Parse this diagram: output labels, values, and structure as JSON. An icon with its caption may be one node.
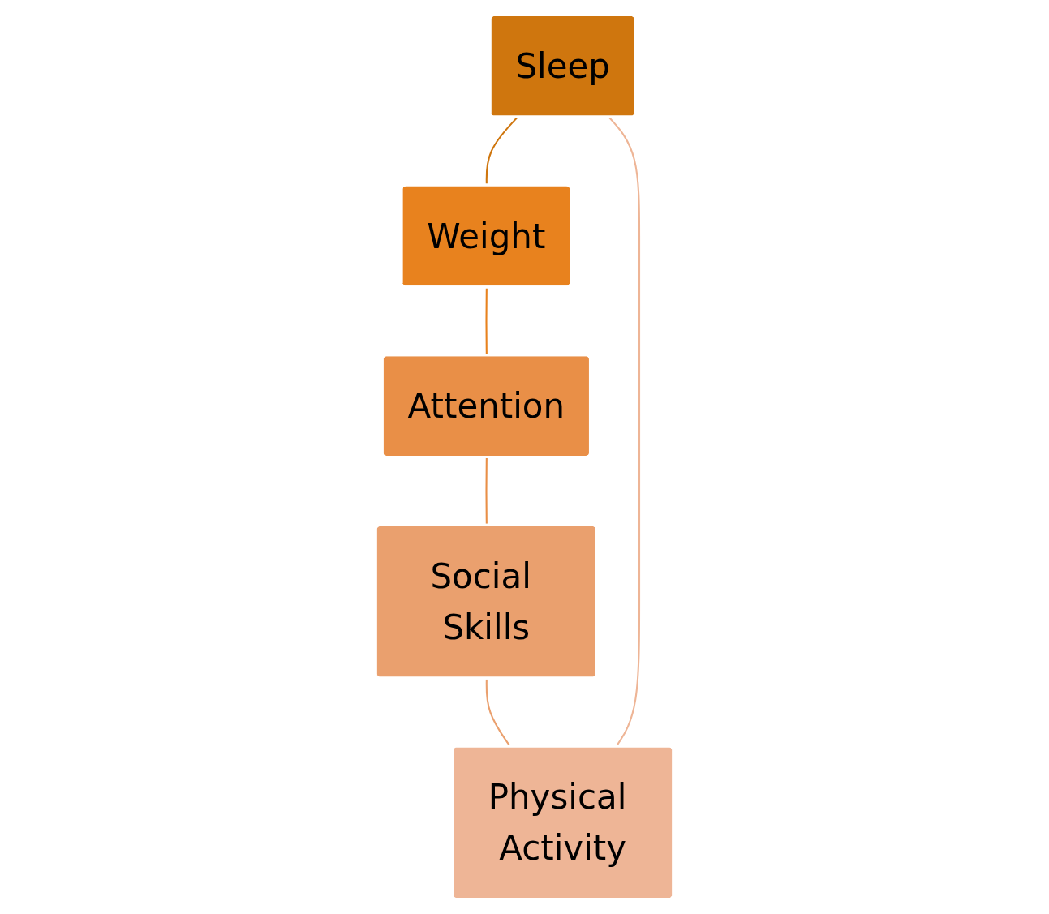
{
  "diagram": {
    "nodes": [
      {
        "text": [
          "Sleep"
        ]
      },
      {
        "text": [
          "Weight"
        ]
      },
      {
        "text": [
          "Attention"
        ]
      },
      {
        "text": [
          "Social Skills"
        ]
      },
      {
        "text": [
          "Physical Activity"
        ]
      }
    ],
    "edges": [
      {
        "from": 0,
        "to": 1,
        "arrow": "none",
        "color": "#cf760e"
      },
      {
        "from": 1,
        "to": 2,
        "arrow": "none",
        "color": "#e8821e"
      },
      {
        "from": 2,
        "to": 3,
        "arrow": "none",
        "color": "#e98f47"
      },
      {
        "from": 3,
        "to": 4,
        "arrow": "none",
        "color": "#eaa06e"
      },
      {
        "from": 4,
        "to": 0,
        "arrow": "none",
        "color": "#eeb596"
      }
    ]
  }
}
